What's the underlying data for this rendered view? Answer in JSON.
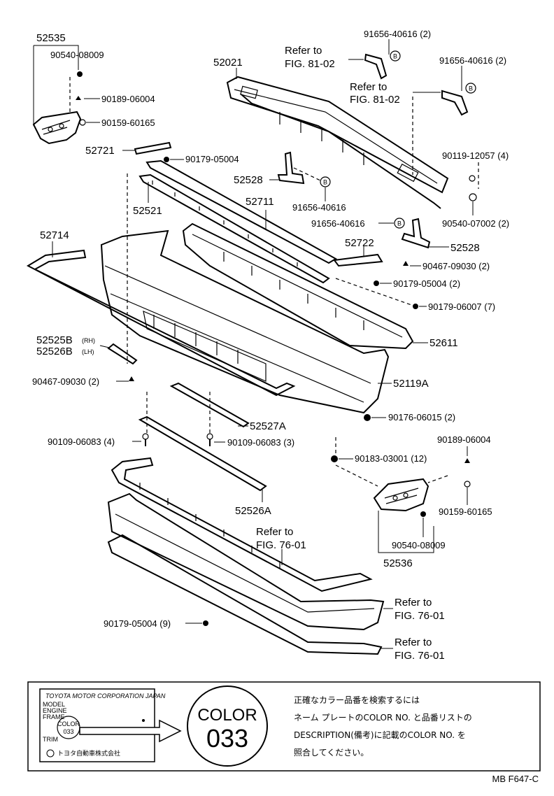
{
  "parts": {
    "p52535": "52535",
    "p90540_08009_a": "90540-08009",
    "p90189_06004_a": "90189-06004",
    "p90159_60165_a": "90159-60165",
    "p52021": "52021",
    "refer_a_1": "Refer to",
    "refer_a_2": "FIG. 81-02",
    "p91656_40616_2a": "91656-40616 (2)",
    "p91656_40616_2b": "91656-40616 (2)",
    "refer_b_1": "Refer to",
    "refer_b_2": "FIG. 81-02",
    "p52721": "52721",
    "p90179_05004_a": "90179-05004",
    "p90119_12057": "90119-12057 (4)",
    "p52528_a": "52528",
    "p91656_40616": "91656-40616",
    "p52711": "52711",
    "p52521": "52521",
    "p91656_40616_c": "91656-40616",
    "p90540_07002": "90540-07002 (2)",
    "p52714": "52714",
    "p52722": "52722",
    "p52528_b": "52528",
    "p90467_09030_2a": "90467-09030 (2)",
    "p90179_05004_2": "90179-05004 (2)",
    "p90179_06007": "90179-06007 (7)",
    "p52525B": "52525B",
    "p52525B_side": "(RH)",
    "p52526B": "52526B",
    "p52526B_side": "(LH)",
    "p52611": "52611",
    "p90467_09030_2b": "90467-09030 (2)",
    "p52119A": "52119A",
    "p90176_06015": "90176-06015 (2)",
    "p52527A": "52527A",
    "p90109_06083_4": "90109-06083 (4)",
    "p90109_06083_3": "90109-06083 (3)",
    "p90189_06004_b": "90189-06004",
    "p90183_03001": "90183-03001 (12)",
    "p52526A": "52526A",
    "p90159_60165_b": "90159-60165",
    "refer_c_1": "Refer to",
    "refer_c_2": "FIG. 76-01",
    "p90540_08009_b": "90540-08009",
    "p52536": "52536",
    "refer_d_1": "Refer to",
    "refer_d_2": "FIG. 76-01",
    "p90179_05004_9": "90179-05004 (9)",
    "refer_e_1": "Refer to",
    "refer_e_2": "FIG. 76-01",
    "b_marker": "B"
  },
  "legend": {
    "plate_title": "TOYOTA MOTOR CORPORATION JAPAN",
    "plate_model": "MODEL",
    "plate_engine": "ENGINE",
    "plate_frame": "FRAME",
    "plate_color_lbl": "COLOR",
    "plate_color_val": "033",
    "plate_trim": "TRIM",
    "plate_mfr": "トヨタ自動車株式会社",
    "color_label": "COLOR",
    "color_code": "033",
    "note_1": "正確なカラー品番を検索するには",
    "note_2": "ネーム プレートのCOLOR NO. と品番リストの",
    "note_3": "DESCRIPTION(備考)に記載のCOLOR NO. を",
    "note_4": "照合してください。"
  },
  "footer": {
    "code": "MB  F647-C"
  }
}
